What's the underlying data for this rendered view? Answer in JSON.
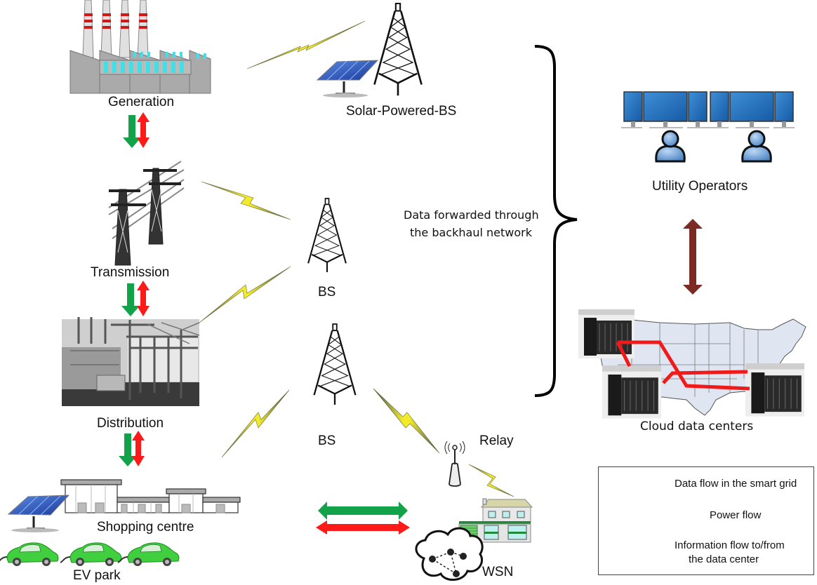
{
  "diagram": {
    "title": "Smart grid communication architecture",
    "grid_chain": [
      {
        "id": "generation",
        "label": "Generation"
      },
      {
        "id": "transmission",
        "label": "Transmission"
      },
      {
        "id": "distribution",
        "label": "Distribution"
      },
      {
        "id": "consumers",
        "label": "Shopping centre"
      }
    ],
    "nodes": {
      "generation": "Generation",
      "transmission": "Transmission",
      "distribution": "Distribution",
      "shopping_centre": "Shopping centre",
      "ev_park": "EV park",
      "solar_bs": "Solar-Powered-BS",
      "bs_upper": "BS",
      "bs_lower": "BS",
      "relay": "Relay",
      "wsn": "WSN",
      "utility_operators": "Utility Operators",
      "cloud": "Cloud data centers"
    },
    "backhaul_note": {
      "line1": "Data forwarded through",
      "line2": "the backhaul network"
    },
    "legend": {
      "items": [
        {
          "label": "Data flow in the smart grid",
          "color": "#ff1a1a",
          "icon": "double-arrow-icon"
        },
        {
          "label": "Power flow",
          "color": "#12a34a",
          "icon": "arrow-right-icon"
        },
        {
          "label_line1": "Information flow to/from",
          "label_line2": "the data center",
          "color": "#7b2a24",
          "icon": "double-arrow-icon"
        }
      ]
    },
    "colors": {
      "data_flow": "#ff1a1a",
      "power_flow": "#12a34a",
      "info_flow": "#7b2a24",
      "wireless_link": "#e8e020"
    }
  }
}
